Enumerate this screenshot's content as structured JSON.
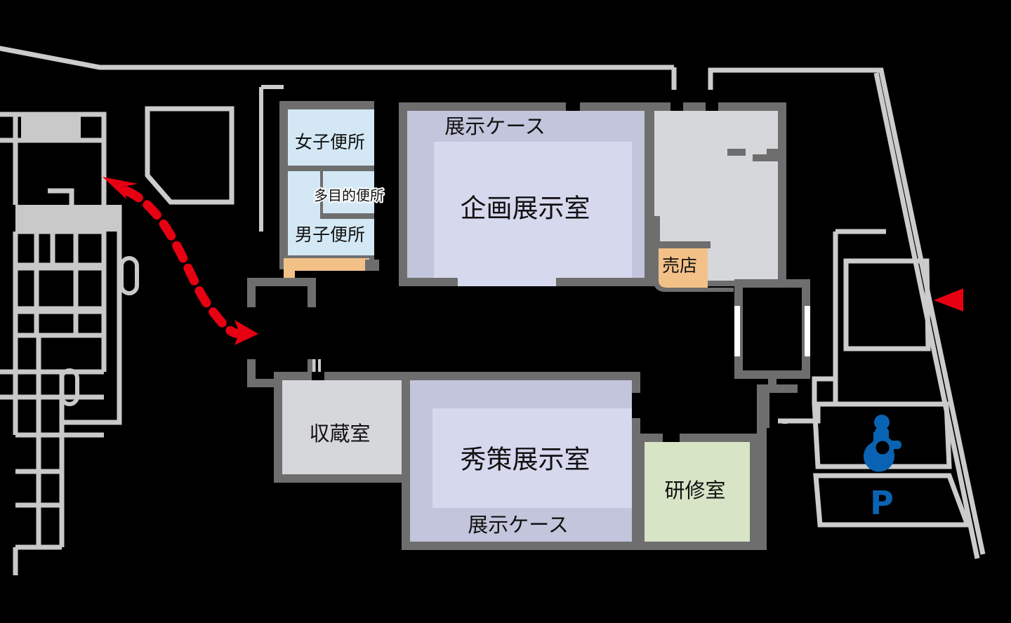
{
  "title": "博物館 フロアマップ",
  "palette": {
    "background": "#000000",
    "wall": "#6e6e6e",
    "site_line": "#cccccc",
    "room_gray": "#d6d7da",
    "exhibit_outer": "#c2c5dc",
    "exhibit_inner": "#d6d8ee",
    "restroom": "#d3e8f4",
    "shop": "#f3c188",
    "training": "#d7e4c6",
    "route": "#e60012",
    "parking_symbol": "#0a63b2",
    "label_text": "#111111",
    "glass_door": "#ffffff"
  },
  "rooms": [
    {
      "id": "womens-restroom",
      "name": "女子便所",
      "label": "女子便所",
      "fill": "restroom",
      "size": "small"
    },
    {
      "id": "multipurpose-restroom",
      "name": "多目的便所",
      "label": "多目的便所",
      "fill": "restroom",
      "size": "tiny",
      "halo": true
    },
    {
      "id": "mens-restroom",
      "name": "男子便所",
      "label": "男子便所",
      "fill": "restroom",
      "size": "small"
    },
    {
      "id": "special-exhibition",
      "name": "企画展示室",
      "label": "企画展示室",
      "fill": "exhibit_inner",
      "size": "big"
    },
    {
      "id": "shusaku-exhibition",
      "name": "秀策展示室",
      "label": "秀策展示室",
      "fill": "exhibit_inner",
      "size": "big"
    },
    {
      "id": "storage",
      "name": "収蔵室",
      "label": "収蔵室",
      "fill": "room_gray",
      "size": "mid"
    },
    {
      "id": "training",
      "name": "研修室",
      "label": "研修室",
      "fill": "training",
      "size": "mid"
    },
    {
      "id": "shop",
      "name": "売店",
      "label": "売店",
      "fill": "shop",
      "size": "small"
    }
  ],
  "display_cases": [
    {
      "id": "display-case-upper",
      "label": "展示ケース",
      "room": "企画展示室"
    },
    {
      "id": "display-case-lower",
      "label": "展示ケース",
      "room": "秀策展示室"
    }
  ],
  "labels": {
    "womens_restroom": "女子便所",
    "multipurpose_restroom": "多目的便所",
    "mens_restroom": "男子便所",
    "special_exhibition": "企画展示室",
    "shusaku_exhibition": "秀策展示室",
    "storage": "収蔵室",
    "training": "研修室",
    "shop": "売店",
    "display_case_upper": "展示ケース",
    "display_case_lower": "展示ケース",
    "parking": "P"
  },
  "markers": [
    {
      "id": "accessible-parking-symbol",
      "name": "wheelchair-icon",
      "kind": "icon",
      "meaning": "車椅子用駐車場"
    },
    {
      "id": "parking-symbol",
      "name": "parking-letter",
      "kind": "text",
      "value": "P",
      "meaning": "駐車場"
    },
    {
      "id": "entrance-arrow",
      "name": "red-triangle-marker",
      "kind": "triangle",
      "meaning": "入口方向"
    },
    {
      "id": "route-arrow",
      "name": "dashed-route-arrow",
      "kind": "route",
      "meaning": "双方向通路ルート"
    }
  ]
}
